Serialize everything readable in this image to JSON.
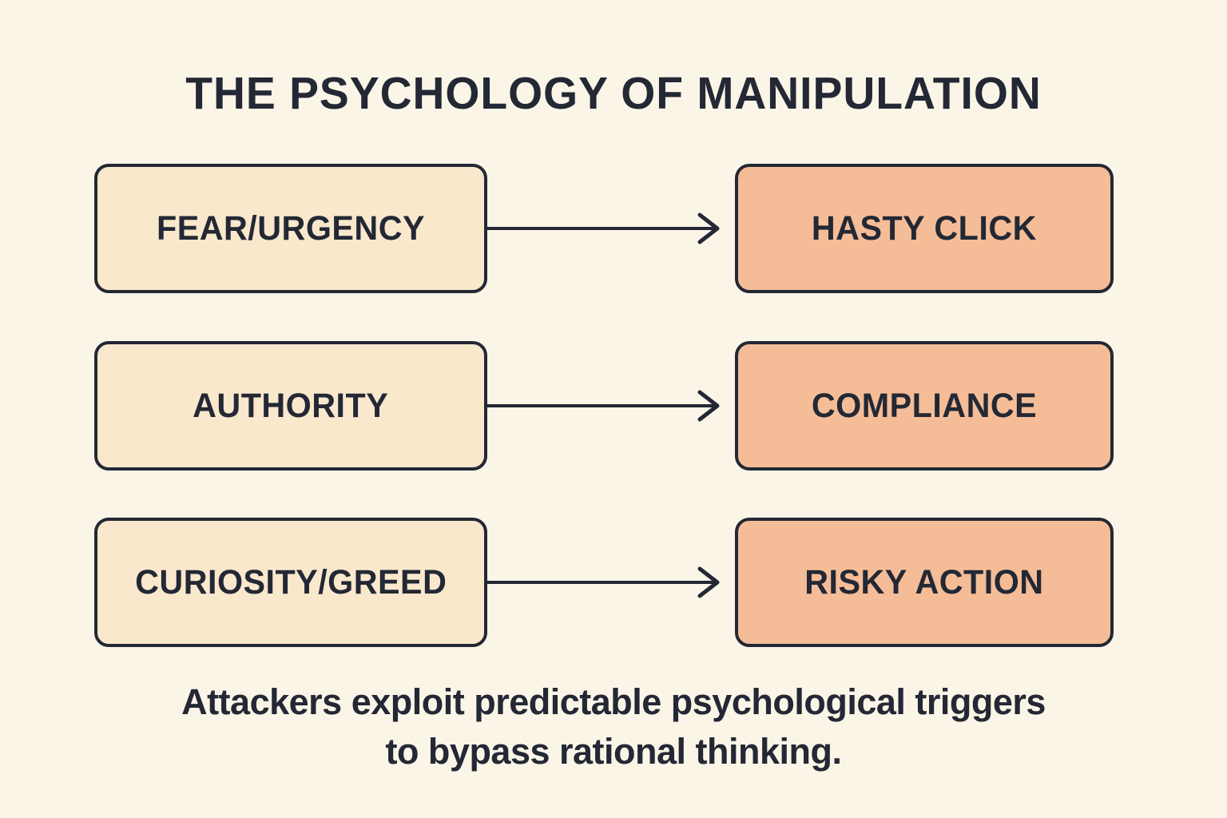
{
  "title": "THE PSYCHOLOGY OF MANIPULATION",
  "rows": [
    {
      "trigger": "FEAR/URGENCY",
      "outcome": "HASTY CLICK"
    },
    {
      "trigger": "AUTHORITY",
      "outcome": "COMPLIANCE"
    },
    {
      "trigger": "CURIOSITY/GREED",
      "outcome": "RISKY ACTION"
    }
  ],
  "caption": {
    "line1": "Attackers exploit predictable psychological triggers",
    "line2": "to bypass rational thinking."
  },
  "colors": {
    "bg": "#fbf5e8",
    "box-left": "#fae8cd",
    "box-right": "#f5bd97",
    "ink": "#232834"
  }
}
